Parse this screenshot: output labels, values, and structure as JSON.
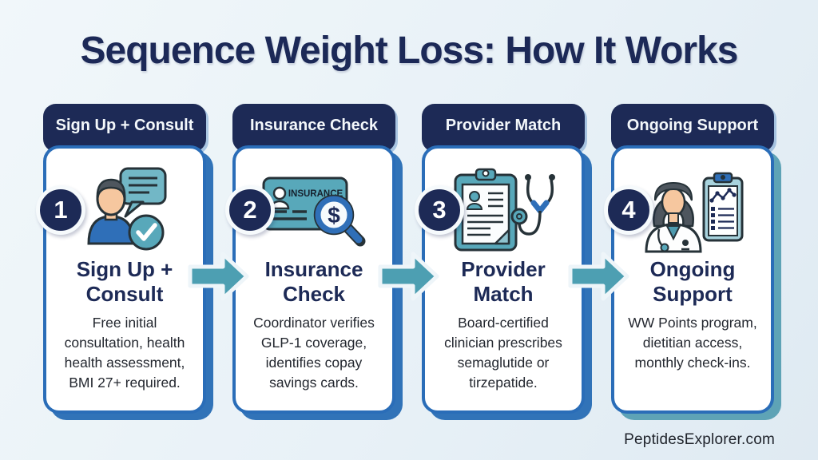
{
  "page": {
    "title": "Sequence Weight Loss: How It Works",
    "footer": "PeptidesExplorer.com"
  },
  "colors": {
    "navy": "#1d2a56",
    "card_border_blue": "#2a6db8",
    "card_shadow_blue": "#3173b8",
    "card_shadow_teal": "#5ea3b6",
    "arrow_teal": "#4d9fb2",
    "icon_teal": "#58a8ba",
    "icon_blue": "#2f6fb8",
    "background": "#e8f1f7"
  },
  "steps": [
    {
      "number": "1",
      "tab": "Sign Up + Consult",
      "title": "Sign Up +\nConsult",
      "description": "Free initial consultation, health health assessment, BMI 27+ required.",
      "icon": "person-chat-check-icon"
    },
    {
      "number": "2",
      "tab": "Insurance Check",
      "title": "Insurance\nCheck",
      "description": "Coordinator verifies GLP-1 coverage, identifies copay savings cards.",
      "icon": "insurance-card-magnifier-icon",
      "icon_text": "INSURANCE",
      "icon_symbol": "$"
    },
    {
      "number": "3",
      "tab": "Provider Match",
      "title": "Provider\nMatch",
      "description": "Board-certified clinician prescribes semaglutide or tirzepatide.",
      "icon": "clipboard-stethoscope-icon"
    },
    {
      "number": "4",
      "tab": "Ongoing Support",
      "title": "Ongoing\nSupport",
      "description": "WW Points program, dietitian access, monthly check-ins.",
      "icon": "doctor-progress-clipboard-icon"
    }
  ]
}
